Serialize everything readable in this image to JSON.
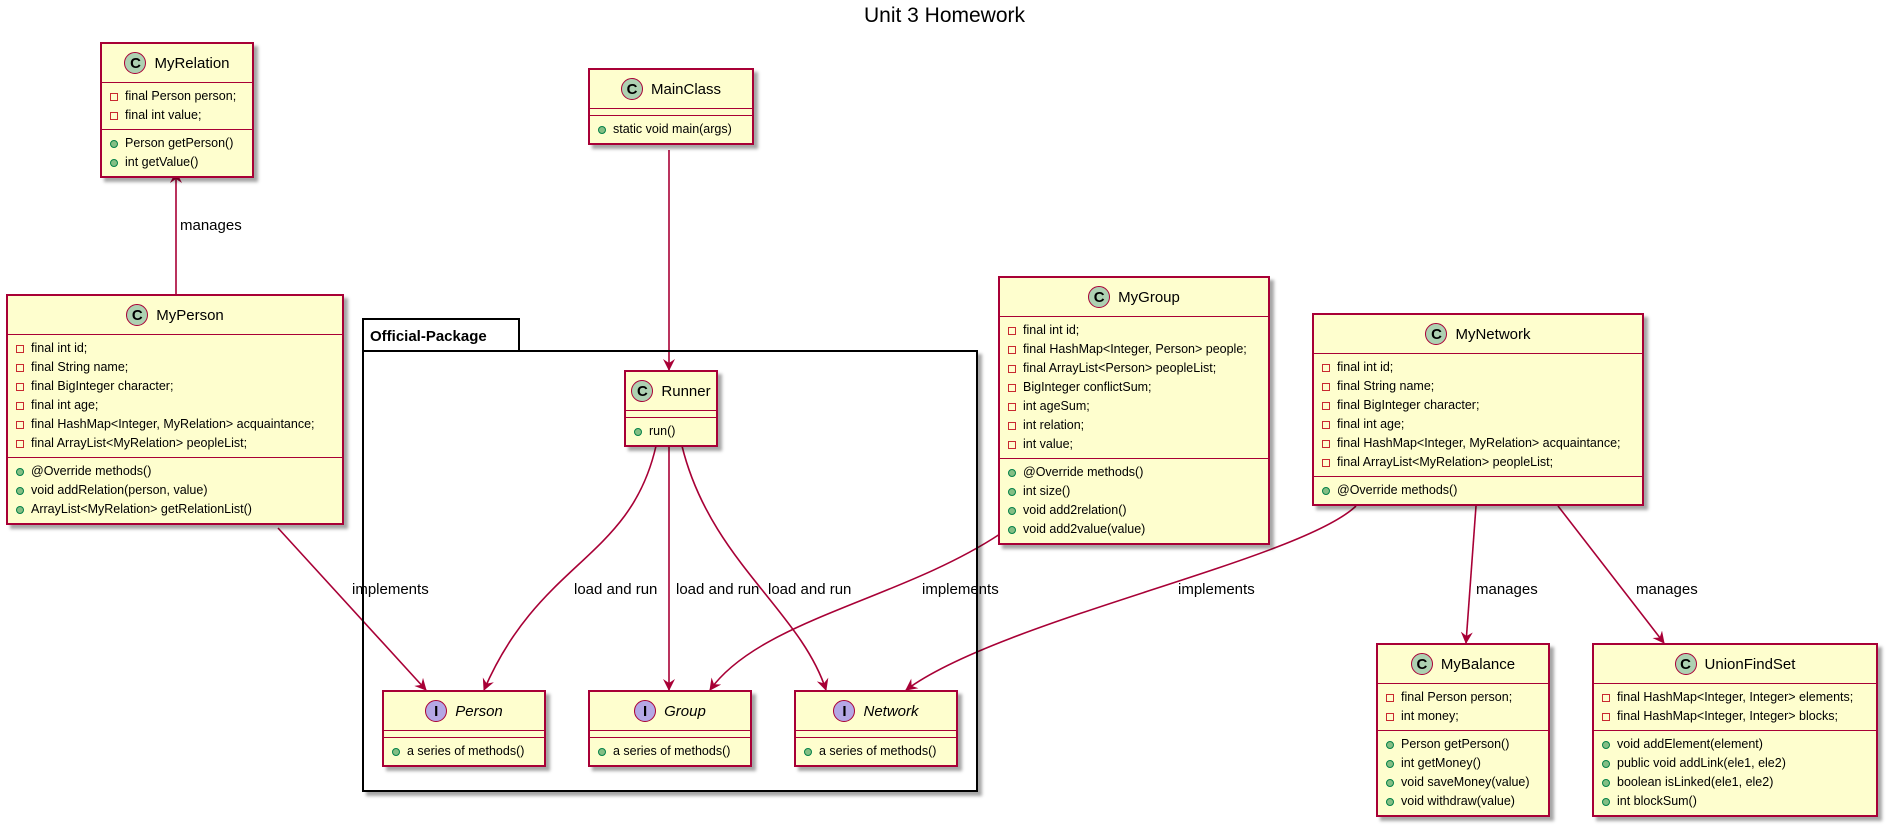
{
  "title": "Unit 3 Homework",
  "package": {
    "name": "Official-Package"
  },
  "classes": {
    "myrelation": {
      "name": "MyRelation",
      "kind": "C",
      "fields": [
        {
          "vis": "private",
          "text": "final Person person;"
        },
        {
          "vis": "private",
          "text": "final int value;"
        }
      ],
      "methods": [
        {
          "vis": "public",
          "text": "Person getPerson()"
        },
        {
          "vis": "public",
          "text": "int getValue()"
        }
      ]
    },
    "mainclass": {
      "name": "MainClass",
      "kind": "C",
      "fields": [],
      "methods": [
        {
          "vis": "public",
          "text": "static void main(args)"
        }
      ]
    },
    "myperson": {
      "name": "MyPerson",
      "kind": "C",
      "fields": [
        {
          "vis": "private",
          "text": "final int id;"
        },
        {
          "vis": "private",
          "text": "final String name;"
        },
        {
          "vis": "private",
          "text": "final BigInteger character;"
        },
        {
          "vis": "private",
          "text": "final int age;"
        },
        {
          "vis": "private",
          "text": "final HashMap<Integer, MyRelation> acquaintance;"
        },
        {
          "vis": "private",
          "text": "final ArrayList<MyRelation> peopleList;"
        }
      ],
      "methods": [
        {
          "vis": "public",
          "text": "@Override methods()"
        },
        {
          "vis": "public",
          "text": "void addRelation(person, value)"
        },
        {
          "vis": "public",
          "text": "ArrayList<MyRelation> getRelationList()"
        }
      ]
    },
    "runner": {
      "name": "Runner",
      "kind": "C",
      "fields": [],
      "methods": [
        {
          "vis": "public",
          "text": "run()"
        }
      ]
    },
    "mygroup": {
      "name": "MyGroup",
      "kind": "C",
      "fields": [
        {
          "vis": "private",
          "text": "final int id;"
        },
        {
          "vis": "private",
          "text": "final HashMap<Integer, Person> people;"
        },
        {
          "vis": "private",
          "text": "final ArrayList<Person> peopleList;"
        },
        {
          "vis": "private",
          "text": "BigInteger conflictSum;"
        },
        {
          "vis": "private",
          "text": "int ageSum;"
        },
        {
          "vis": "private",
          "text": "int relation;"
        },
        {
          "vis": "private",
          "text": "int value;"
        }
      ],
      "methods": [
        {
          "vis": "public",
          "text": "@Override methods()"
        },
        {
          "vis": "public",
          "text": "int size()"
        },
        {
          "vis": "public",
          "text": "void add2relation()"
        },
        {
          "vis": "public",
          "text": "void add2value(value)"
        }
      ]
    },
    "mynetwork": {
      "name": "MyNetwork",
      "kind": "C",
      "fields": [
        {
          "vis": "private",
          "text": "final int id;"
        },
        {
          "vis": "private",
          "text": "final String name;"
        },
        {
          "vis": "private",
          "text": "final BigInteger character;"
        },
        {
          "vis": "private",
          "text": "final int age;"
        },
        {
          "vis": "private",
          "text": "final HashMap<Integer, MyRelation> acquaintance;"
        },
        {
          "vis": "private",
          "text": "final ArrayList<MyRelation> peopleList;"
        }
      ],
      "methods": [
        {
          "vis": "public",
          "text": "@Override methods()"
        }
      ]
    },
    "person": {
      "name": "Person",
      "kind": "I",
      "fields": [],
      "methods": [
        {
          "vis": "public",
          "text": "a series of methods()"
        }
      ]
    },
    "group": {
      "name": "Group",
      "kind": "I",
      "fields": [],
      "methods": [
        {
          "vis": "public",
          "text": "a series of methods()"
        }
      ]
    },
    "network": {
      "name": "Network",
      "kind": "I",
      "fields": [],
      "methods": [
        {
          "vis": "public",
          "text": "a series of methods()"
        }
      ]
    },
    "mybalance": {
      "name": "MyBalance",
      "kind": "C",
      "fields": [
        {
          "vis": "private",
          "text": "final Person person;"
        },
        {
          "vis": "private",
          "text": "int money;"
        }
      ],
      "methods": [
        {
          "vis": "public",
          "text": "Person getPerson()"
        },
        {
          "vis": "public",
          "text": "int getMoney()"
        },
        {
          "vis": "public",
          "text": "void saveMoney(value)"
        },
        {
          "vis": "public",
          "text": "void withdraw(value)"
        }
      ]
    },
    "unionfindset": {
      "name": "UnionFindSet",
      "kind": "C",
      "fields": [
        {
          "vis": "private",
          "text": "final HashMap<Integer, Integer> elements;"
        },
        {
          "vis": "private",
          "text": "final HashMap<Integer, Integer> blocks;"
        }
      ],
      "methods": [
        {
          "vis": "public",
          "text": "void addElement(element)"
        },
        {
          "vis": "public",
          "text": "public void addLink(ele1, ele2)"
        },
        {
          "vis": "public",
          "text": "boolean isLinked(ele1, ele2)"
        },
        {
          "vis": "public",
          "text": "int blockSum()"
        }
      ]
    }
  },
  "relations": [
    {
      "from": "myperson",
      "to": "myrelation",
      "label": "manages"
    },
    {
      "from": "mainclass",
      "to": "runner",
      "label": ""
    },
    {
      "from": "myperson",
      "to": "person",
      "label": "implements"
    },
    {
      "from": "runner",
      "to": "person",
      "label": "load and run"
    },
    {
      "from": "runner",
      "to": "group",
      "label": "load and run"
    },
    {
      "from": "runner",
      "to": "network",
      "label": "load and run"
    },
    {
      "from": "mygroup",
      "to": "group",
      "label": "implements"
    },
    {
      "from": "mynetwork",
      "to": "network",
      "label": "implements"
    },
    {
      "from": "mynetwork",
      "to": "mybalance",
      "label": "manages"
    },
    {
      "from": "mynetwork",
      "to": "unionfindset",
      "label": "manages"
    }
  ],
  "colors": {
    "line": "#A80036",
    "box_fill": "#FEFECE",
    "class_badge": "#ADD1B2",
    "interface_badge": "#B4A7E5"
  }
}
